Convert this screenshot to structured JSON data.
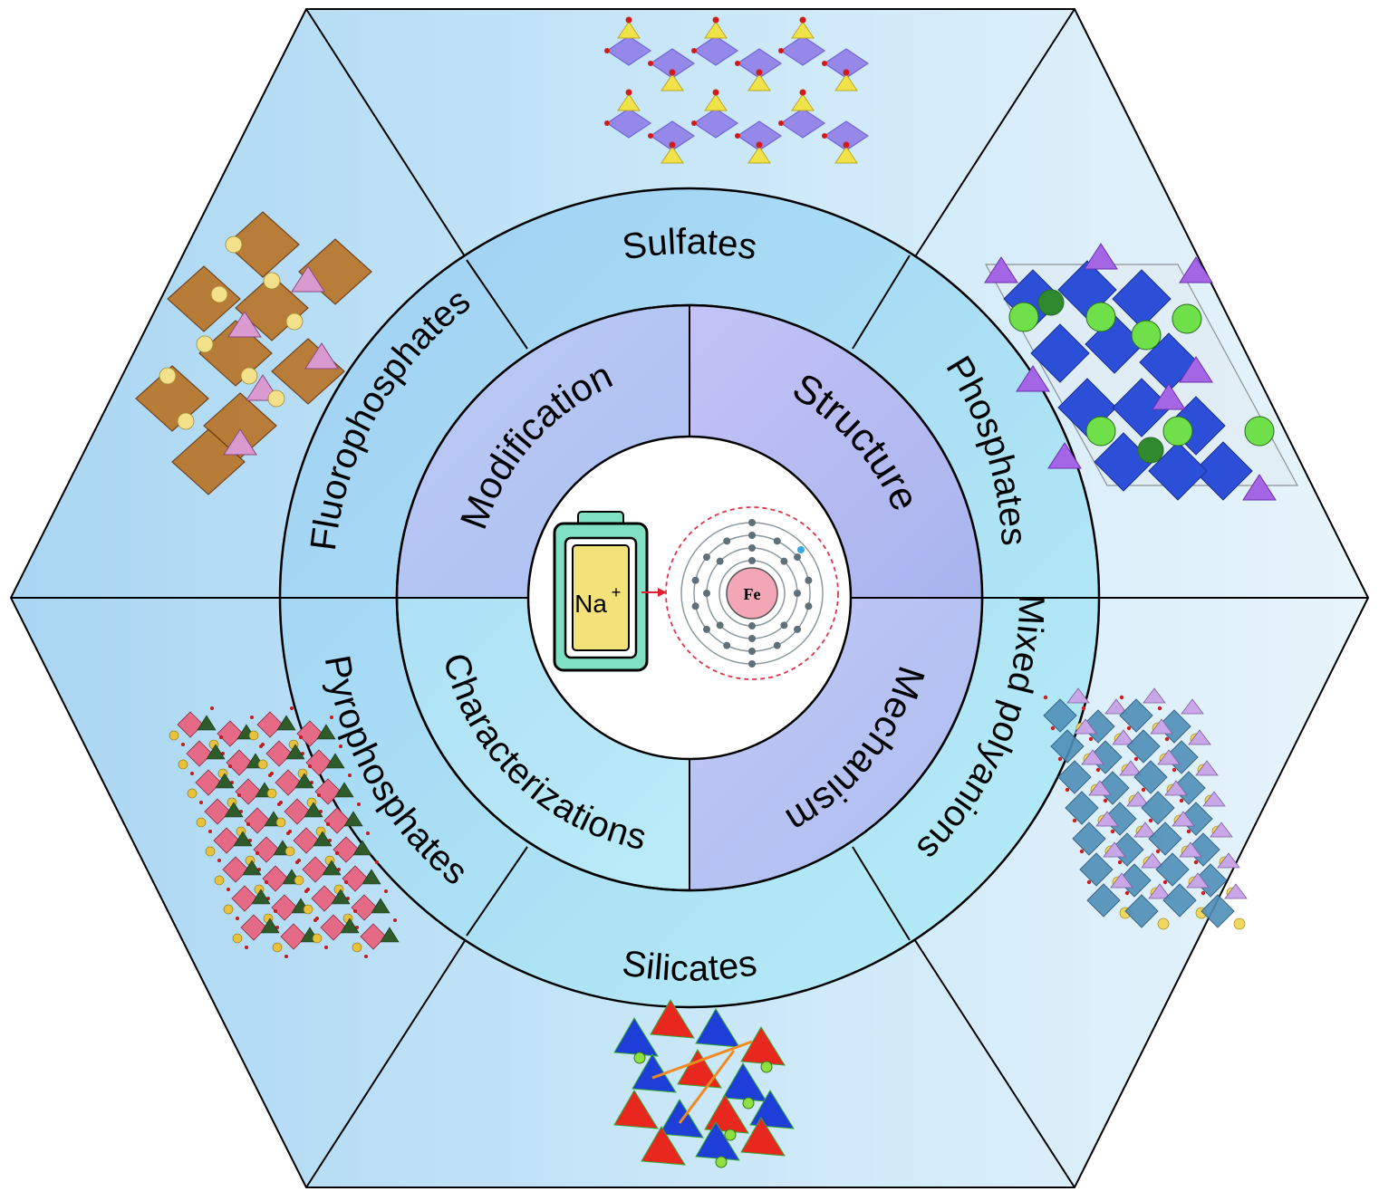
{
  "segments": [
    {
      "label": "Sulfates"
    },
    {
      "label": "Phosphates"
    },
    {
      "label": "Mixed polyanions"
    },
    {
      "label": "Silicates"
    },
    {
      "label": "Pyrophosphates"
    },
    {
      "label": "Fluorophosphates"
    }
  ],
  "quadrants": [
    {
      "label": "Structure"
    },
    {
      "label": "Mechanism"
    },
    {
      "label": "Characterizations"
    },
    {
      "label": "Modification"
    }
  ],
  "center": {
    "battery_label": "Na",
    "battery_superscript": "+",
    "atom_label": "Fe"
  },
  "colors": {
    "hex_light": "#e6f4fc",
    "hex_mid": "#b4dcf6",
    "segment_ring": "#a8d6f6",
    "segment_ring_cyan": "#aeeaf6",
    "quadrant_purple": "#b9b4f2",
    "quadrant_cyan": "#b2e6f8",
    "battery": "#7fe0c4",
    "battery_cell": "#f3e27a",
    "nucleus": "#f3a6b6",
    "shell": "#8a9aa0",
    "orbital_dashed": "#e0344a"
  }
}
